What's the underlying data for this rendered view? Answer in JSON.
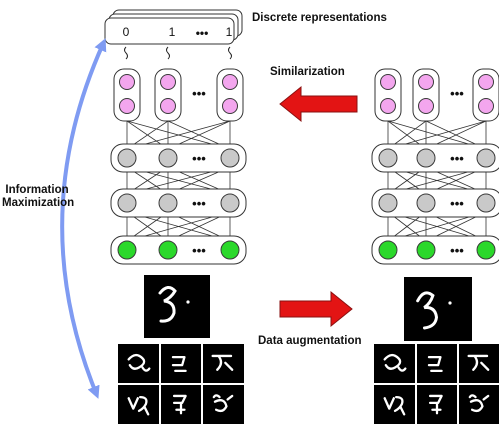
{
  "labels": {
    "discrete": "Discrete representations",
    "similarization": "Similarization",
    "info_line1": "Information",
    "info_line2": "Maximization",
    "augmentation": "Data augmentation"
  },
  "code_card": {
    "first": "0",
    "second": "1",
    "ellipsis": "•••",
    "last": "1"
  },
  "colors": {
    "pink": "#f3a6ee",
    "gray": "#c9c9c9",
    "green": "#2bd82b",
    "red_arrow": "#e31414",
    "blue_arrow": "#7f9bf2",
    "node_stroke": "#3a3a3a"
  },
  "icons": [
    "blue-double-arrow-icon",
    "red-arrow-icon",
    "tilde-icon",
    "handwritten-glyph-icon"
  ]
}
